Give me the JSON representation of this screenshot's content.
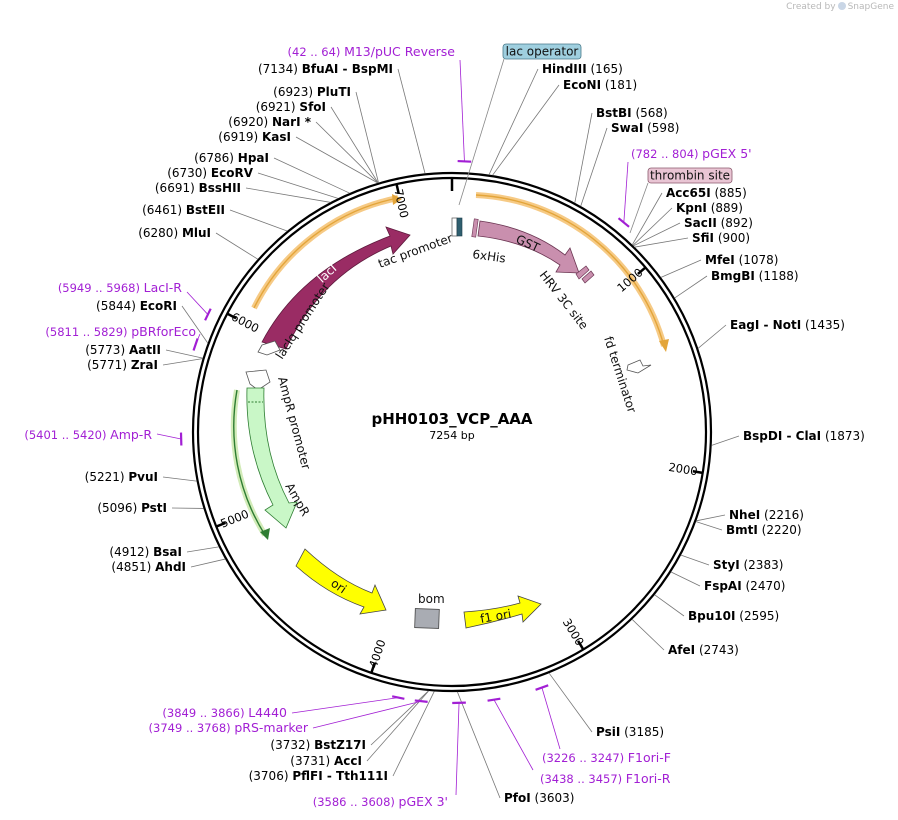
{
  "credit": {
    "prefix": "Created by",
    "brand": "SnapGene"
  },
  "plasmid": {
    "name": "pHH0103_VCP_AAA",
    "size": 7254,
    "size_label": "7254 bp"
  },
  "ticks": [
    {
      "bp": 1000,
      "label": "1000"
    },
    {
      "bp": 2000,
      "label": "2000"
    },
    {
      "bp": 3000,
      "label": "3000"
    },
    {
      "bp": 4000,
      "label": "4000"
    },
    {
      "bp": 5000,
      "label": "5000"
    },
    {
      "bp": 6000,
      "label": "6000"
    },
    {
      "bp": 7000,
      "label": "7000"
    }
  ],
  "sites": [
    {
      "pos": "(7134)",
      "name": "BfuAI  -  BspMI",
      "bp": 7134,
      "side": "L"
    },
    {
      "pos": "(6923)",
      "name": "PluTI",
      "bp": 6923,
      "side": "L"
    },
    {
      "pos": "(6921)",
      "name": "SfoI",
      "bp": 6921,
      "side": "L"
    },
    {
      "pos": "(6920)",
      "name": "NarI *",
      "bp": 6920,
      "side": "L"
    },
    {
      "pos": "(6919)",
      "name": "KasI",
      "bp": 6919,
      "side": "L"
    },
    {
      "pos": "(6786)",
      "name": "HpaI",
      "bp": 6786,
      "side": "L"
    },
    {
      "pos": "(6730)",
      "name": "EcoRV",
      "bp": 6730,
      "side": "L"
    },
    {
      "pos": "(6691)",
      "name": "BssHII",
      "bp": 6691,
      "side": "L"
    },
    {
      "pos": "(6461)",
      "name": "BstEII",
      "bp": 6461,
      "side": "L"
    },
    {
      "pos": "(6280)",
      "name": "MluI",
      "bp": 6280,
      "side": "L"
    },
    {
      "pos": "(5844)",
      "name": "EcoRI",
      "bp": 5844,
      "side": "L"
    },
    {
      "pos": "(5773)",
      "name": "AatII",
      "bp": 5773,
      "side": "L"
    },
    {
      "pos": "(5771)",
      "name": "ZraI",
      "bp": 5771,
      "side": "L"
    },
    {
      "pos": "(5221)",
      "name": "PvuI",
      "bp": 5221,
      "side": "L"
    },
    {
      "pos": "(5096)",
      "name": "PstI",
      "bp": 5096,
      "side": "L"
    },
    {
      "pos": "(4912)",
      "name": "BsaI",
      "bp": 4912,
      "side": "L"
    },
    {
      "pos": "(4851)",
      "name": "AhdI",
      "bp": 4851,
      "side": "L"
    },
    {
      "pos": "(3732)",
      "name": "BstZ17I",
      "bp": 3732,
      "side": "L"
    },
    {
      "pos": "(3731)",
      "name": "AccI",
      "bp": 3731,
      "side": "L"
    },
    {
      "pos": "(3706)",
      "name": "PflFI  -  Tth111I",
      "bp": 3706,
      "side": "L"
    },
    {
      "pos": "(165)",
      "name": "HindIII",
      "bp": 165,
      "side": "R"
    },
    {
      "pos": "(181)",
      "name": "EcoNI",
      "bp": 181,
      "side": "R"
    },
    {
      "pos": "(568)",
      "name": "BstBI",
      "bp": 568,
      "side": "R"
    },
    {
      "pos": "(598)",
      "name": "SwaI",
      "bp": 598,
      "side": "R"
    },
    {
      "pos": "(885)",
      "name": "Acc65I",
      "bp": 885,
      "side": "R"
    },
    {
      "pos": "(889)",
      "name": "KpnI",
      "bp": 889,
      "side": "R"
    },
    {
      "pos": "(892)",
      "name": "SacII",
      "bp": 892,
      "side": "R"
    },
    {
      "pos": "(900)",
      "name": "SfiI",
      "bp": 900,
      "side": "R"
    },
    {
      "pos": "(1078)",
      "name": "MfeI",
      "bp": 1078,
      "side": "R"
    },
    {
      "pos": "(1188)",
      "name": "BmgBI",
      "bp": 1188,
      "side": "R"
    },
    {
      "pos": "(1435)",
      "name": "EagI  -  NotI",
      "bp": 1435,
      "side": "R"
    },
    {
      "pos": "(1873)",
      "name": "BspDI  -  ClaI",
      "bp": 1873,
      "side": "R"
    },
    {
      "pos": "(2216)",
      "name": "NheI",
      "bp": 2216,
      "side": "R"
    },
    {
      "pos": "(2220)",
      "name": "BmtI",
      "bp": 2220,
      "side": "R"
    },
    {
      "pos": "(2383)",
      "name": "StyI",
      "bp": 2383,
      "side": "R"
    },
    {
      "pos": "(2470)",
      "name": "FspAI",
      "bp": 2470,
      "side": "R"
    },
    {
      "pos": "(2595)",
      "name": "Bpu10I",
      "bp": 2595,
      "side": "R"
    },
    {
      "pos": "(2743)",
      "name": "AfeI",
      "bp": 2743,
      "side": "R"
    },
    {
      "pos": "(3185)",
      "name": "PsiI",
      "bp": 3185,
      "side": "R"
    },
    {
      "pos": "(3603)",
      "name": "PfoI",
      "bp": 3603,
      "side": "R"
    }
  ],
  "primers": [
    {
      "range": "(42 .. 64)",
      "name": "M13/pUC Reverse",
      "start": 42,
      "end": 64
    },
    {
      "range": "(782 .. 804)",
      "name": "pGEX 5'",
      "start": 782,
      "end": 804
    },
    {
      "range": "(5949 .. 5968)",
      "name": "LacI-R",
      "start": 5949,
      "end": 5968
    },
    {
      "range": "(5811 .. 5829)",
      "name": "pBRforEco",
      "start": 5811,
      "end": 5829
    },
    {
      "range": "(5401 .. 5420)",
      "name": "Amp-R",
      "start": 5401,
      "end": 5420
    },
    {
      "range": "(3849 .. 3866)",
      "name": "L4440",
      "start": 3849,
      "end": 3866
    },
    {
      "range": "(3749 .. 3768)",
      "name": "pRS-marker",
      "start": 3749,
      "end": 3768
    },
    {
      "range": "(3586 .. 3608)",
      "name": "pGEX 3'",
      "start": 3586,
      "end": 3608
    },
    {
      "range": "(3226 .. 3247)",
      "name": "F1ori-F",
      "start": 3226,
      "end": 3247
    },
    {
      "range": "(3438 .. 3457)",
      "name": "F1ori-R",
      "start": 3438,
      "end": 3457
    }
  ],
  "boxed_features": [
    {
      "name": "lac operator",
      "bp": 120
    },
    {
      "name": "thrombin site",
      "bp": 830
    }
  ],
  "features": [
    {
      "name": "lacI",
      "type": "CDS"
    },
    {
      "name": "lacIq promoter",
      "type": "promoter"
    },
    {
      "name": "tac promoter",
      "type": "promoter"
    },
    {
      "name": "6xHis",
      "type": "tag"
    },
    {
      "name": "GST",
      "type": "CDS"
    },
    {
      "name": "HRV 3C site",
      "type": "site"
    },
    {
      "name": "fd terminator",
      "type": "terminator"
    },
    {
      "name": "AmpR promoter",
      "type": "promoter"
    },
    {
      "name": "AmpR",
      "type": "CDS"
    },
    {
      "name": "ori",
      "type": "rep_origin"
    },
    {
      "name": "bom",
      "type": "misc"
    },
    {
      "name": "f1 ori",
      "type": "rep_origin"
    }
  ],
  "colors": {
    "lacI": "#9a2c64",
    "GST": "#c98fae",
    "AmpR": "#c9f7c7",
    "AmpR_outline": "#2e7d32",
    "ori": "#ffff00",
    "f1_ori": "#ffff00",
    "bom": "#a9acb3",
    "ORF_glow": "#f5c170",
    "primer": "#a21fd4",
    "lac_operator_box": "#9fcfdf",
    "thrombin_box": "#e9c5d4"
  }
}
